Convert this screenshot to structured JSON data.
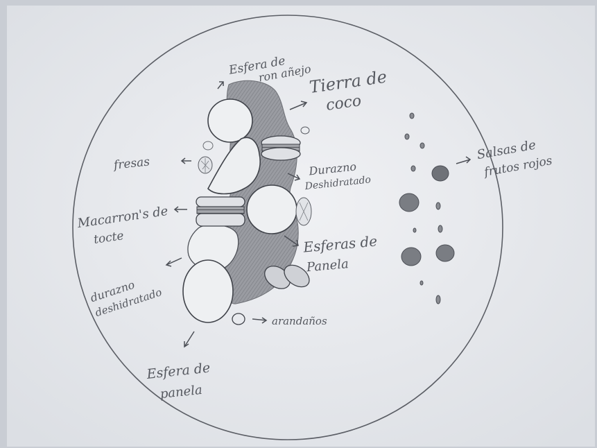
{
  "labels": {
    "esfera_ron_l1": "Esfera de",
    "esfera_ron_l2": "ron añejo",
    "tierra_l1": "Tierra de",
    "tierra_l2": "coco",
    "fresas": "fresas",
    "durazno_right_l1": "Durazno",
    "durazno_right_l2": "Deshidratado",
    "macarrons_l1": "Macarron's de",
    "macarrons_l2": "tocte",
    "esferas_panela_l1": "Esferas de",
    "esferas_panela_l2": "Panela",
    "durazno_left_l1": "durazno",
    "durazno_left_l2": "deshidratado",
    "arandanos": "arandaños",
    "esfera_panela_l1": "Esfera de",
    "esfera_panela_l2": "panela",
    "salsas_l1": "Salsas de",
    "salsas_l2": "frutos rojos"
  },
  "colors": {
    "paper": "#e9ebef",
    "pencil": "#4d5057",
    "shading": "#8b8d93"
  }
}
